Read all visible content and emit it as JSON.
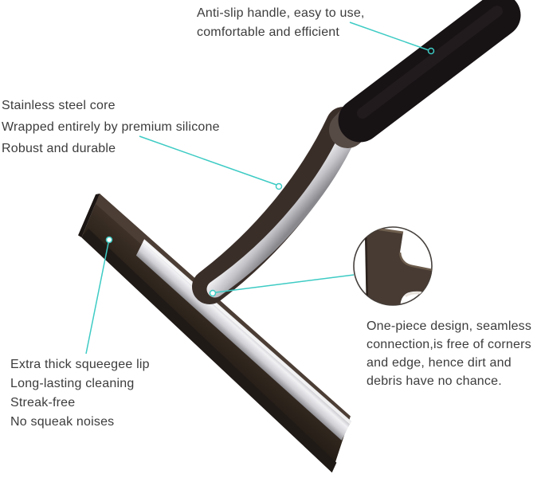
{
  "image": {
    "kind": "annotated-product-photo",
    "subject": "shower-squeegee",
    "background": "#ffffff"
  },
  "colors": {
    "callout_line": "#3ecbc4",
    "annotation_text": "#3c3c3c",
    "handle_black": "#171214",
    "silicone_brown": "#3a2e29",
    "steel_light": "#f2f2f4",
    "steel_dark": "#8e8e93"
  },
  "annotations": {
    "handle": {
      "lines": [
        "Anti-slip handle, easy to use,",
        "comfortable and efficient"
      ]
    },
    "steel_core": {
      "lines": [
        "Stainless steel core",
        "Wrapped entirely by premium silicone",
        "Robust and durable"
      ]
    },
    "squeegee_lip": {
      "lines": [
        "Extra thick squeegee lip",
        "Long-lasting cleaning",
        "Streak-free",
        "No squeak noises"
      ]
    },
    "one_piece": {
      "lines": [
        "One-piece design, seamless",
        "connection,is free of corners",
        "and edge, hence dirt and",
        "debris have no chance."
      ]
    }
  }
}
